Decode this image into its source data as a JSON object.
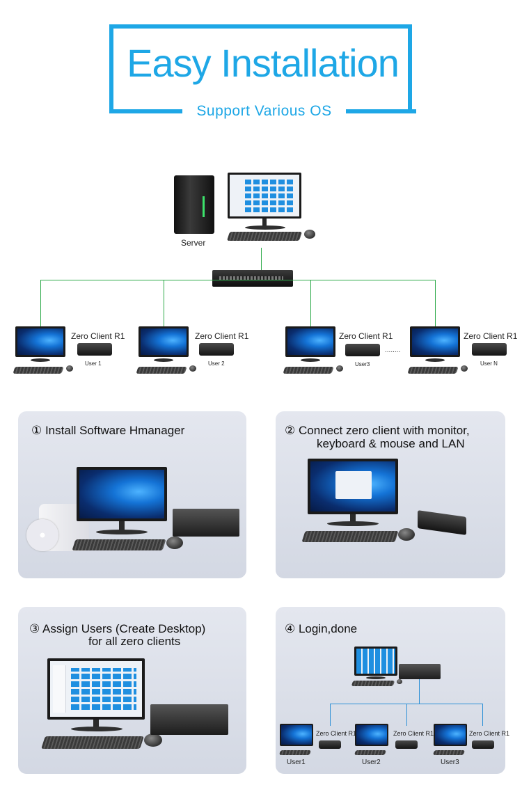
{
  "header": {
    "title": "Easy Installation",
    "subtitle": "Support Various OS"
  },
  "topology": {
    "server_label": "Server",
    "client_label": "Zero Client R1",
    "users": [
      "User 1",
      "User 2",
      "User3",
      "User N"
    ],
    "ellipsis": "........"
  },
  "steps": [
    {
      "title_line1": "① Install Software Hmanager",
      "title_line2": ""
    },
    {
      "title_line1": "② Connect zero client with monitor,",
      "title_line2": "keyboard & mouse and LAN"
    },
    {
      "title_line1": "③  Assign Users (Create Desktop)",
      "title_line2": "for all zero clients"
    },
    {
      "title_line1": "④   Login,done",
      "title_line2": ""
    }
  ],
  "step4": {
    "client_label": "Zero Client R1",
    "users": [
      "User1",
      "User2",
      "User3"
    ]
  },
  "colors": {
    "brand_blue": "#1ea7e6",
    "network_green": "#2eaa4a",
    "network_blue": "#2b8fd6"
  }
}
